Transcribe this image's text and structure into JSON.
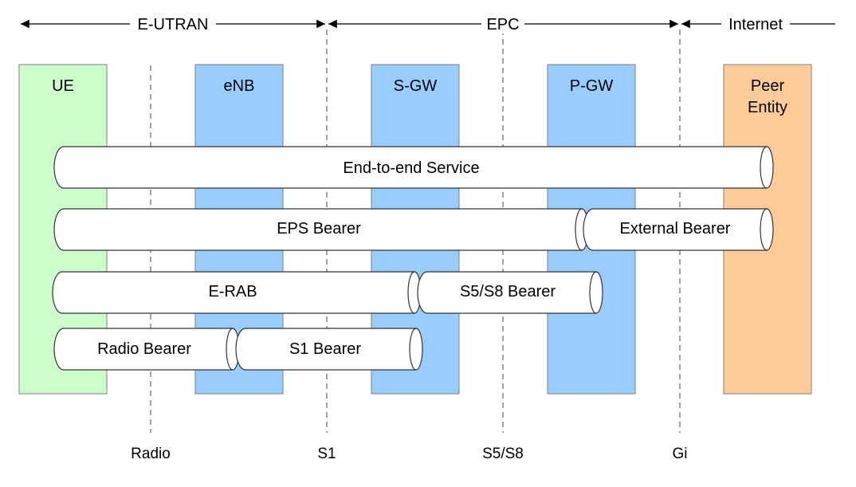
{
  "domains": [
    {
      "id": "eutran",
      "label": "E-UTRAN"
    },
    {
      "id": "epc",
      "label": "EPC"
    },
    {
      "id": "internet",
      "label": "Internet"
    }
  ],
  "nodes": [
    {
      "id": "ue",
      "label": "UE",
      "color": "#ccffcc"
    },
    {
      "id": "enb",
      "label": "eNB",
      "color": "#99ccff"
    },
    {
      "id": "sgw",
      "label": "S-GW",
      "color": "#99ccff"
    },
    {
      "id": "pgw",
      "label": "P-GW",
      "color": "#99ccff"
    },
    {
      "id": "peer",
      "label_lines": [
        "Peer",
        "Entity"
      ],
      "color": "#ffcc99"
    }
  ],
  "interfaces": [
    {
      "id": "radio",
      "label": "Radio"
    },
    {
      "id": "s1",
      "label": "S1"
    },
    {
      "id": "s5s8",
      "label": "S5/S8"
    },
    {
      "id": "gi",
      "label": "Gi"
    }
  ],
  "bearers": [
    {
      "id": "end-to-end-service",
      "label": "End-to-end Service"
    },
    {
      "id": "eps-bearer",
      "label": "EPS Bearer"
    },
    {
      "id": "external-bearer",
      "label": "External Bearer"
    },
    {
      "id": "e-rab",
      "label": "E-RAB"
    },
    {
      "id": "s5s8-bearer",
      "label": "S5/S8 Bearer"
    },
    {
      "id": "radio-bearer",
      "label": "Radio Bearer"
    },
    {
      "id": "s1-bearer",
      "label": "S1 Bearer"
    }
  ],
  "colors": {
    "line": "#444444",
    "pipe_fill": "#ffffff",
    "pipe_stroke": "#333333"
  }
}
